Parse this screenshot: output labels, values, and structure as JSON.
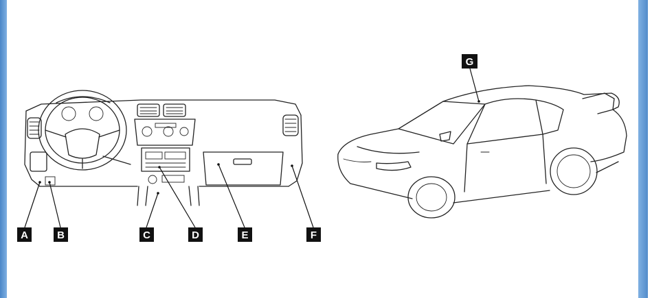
{
  "callouts": {
    "a": "A",
    "b": "B",
    "c": "C",
    "d": "D",
    "e": "E",
    "f": "F",
    "g": "G"
  },
  "colors": {
    "frame": "#4a86c8",
    "callout_box": "#111111",
    "callout_text": "#ffffff",
    "line": "#222222"
  }
}
